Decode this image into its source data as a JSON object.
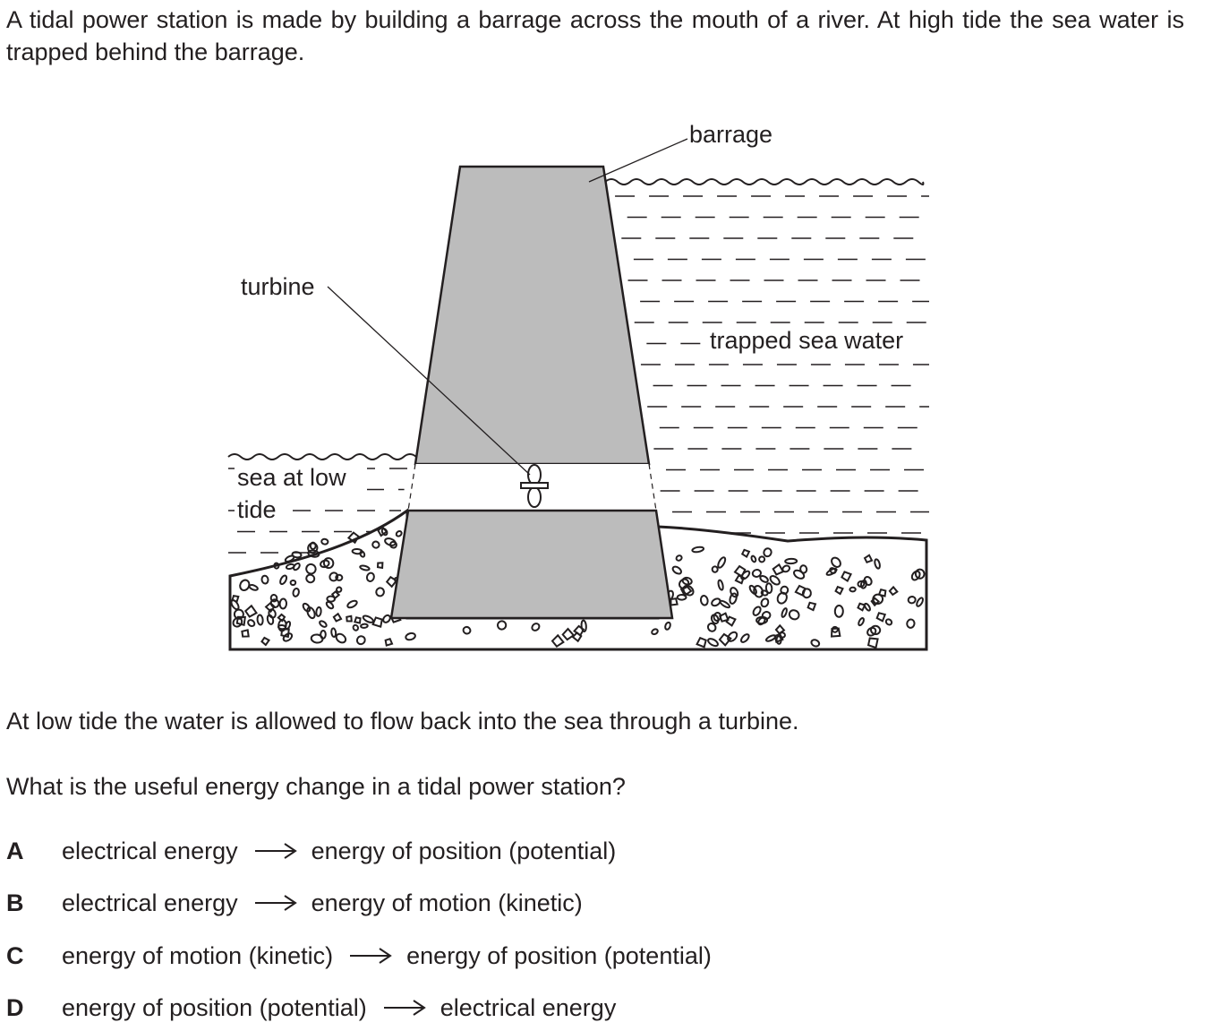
{
  "question": {
    "intro": "A tidal power station is made by building a barrage across the mouth of a river. At high tide the sea water is trapped behind the barrage.",
    "low_tide_text": "At low tide the water is allowed to flow back into the sea through a turbine.",
    "prompt": "What is the useful energy change in a tidal power station?"
  },
  "diagram": {
    "labels": {
      "barrage": "barrage",
      "turbine": "turbine",
      "trapped_sea_water": "trapped sea water",
      "sea_at_low_tide_line1": "sea at low",
      "sea_at_low_tide_line2": "tide"
    },
    "colors": {
      "barrage_fill": "#bcbcbc",
      "line": "#231f20"
    }
  },
  "options": [
    {
      "letter": "A",
      "from": "electrical energy",
      "to": "energy of position (potential)"
    },
    {
      "letter": "B",
      "from": "electrical energy",
      "to": "energy of motion (kinetic)"
    },
    {
      "letter": "C",
      "from": "energy of motion (kinetic)",
      "to": "energy of position (potential)"
    },
    {
      "letter": "D",
      "from": "energy of position (potential)",
      "to": "electrical energy"
    }
  ]
}
